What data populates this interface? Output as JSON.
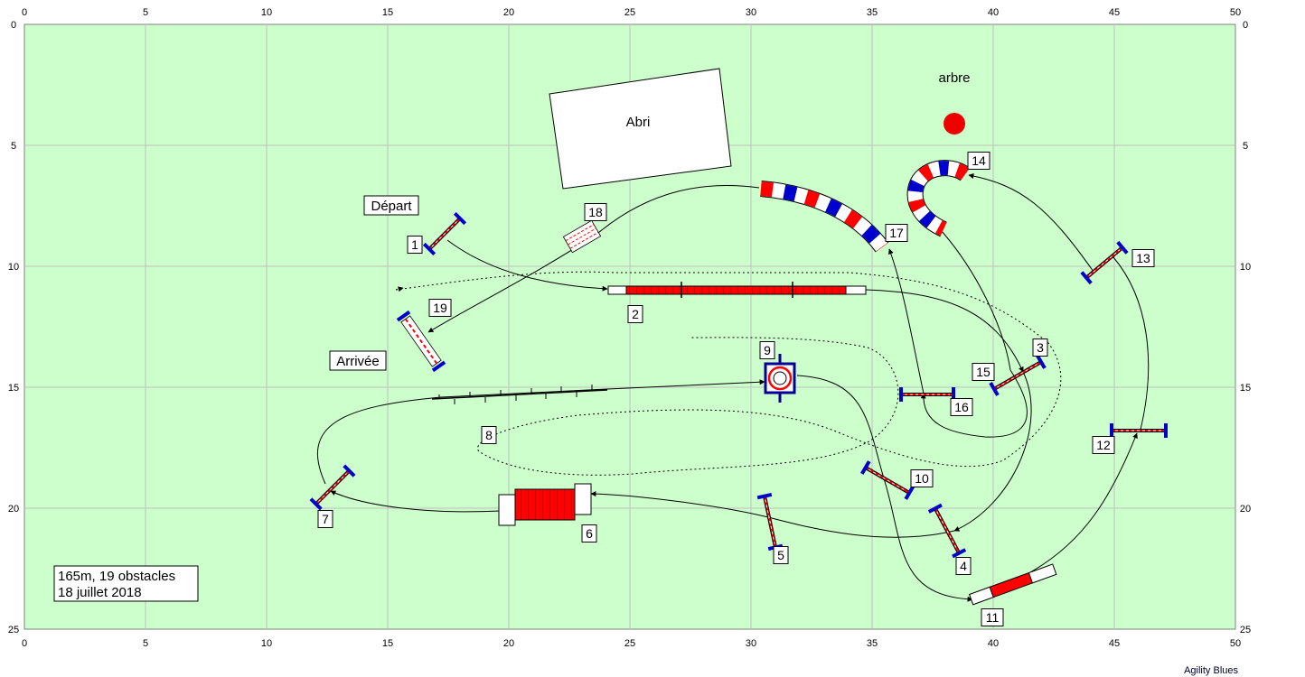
{
  "field": {
    "width_m": 50,
    "height_m": 25,
    "x_ticks": [
      "0",
      "5",
      "10",
      "15",
      "20",
      "25",
      "30",
      "35",
      "40",
      "45",
      "50"
    ],
    "y_ticks": [
      "0",
      "5",
      "10",
      "15",
      "20",
      "25"
    ],
    "background_color": "#ccffcc",
    "grid_color": "#c0c0c0"
  },
  "labels": {
    "depart": "Départ",
    "arrivee": "Arrivée",
    "abri": "Abri",
    "arbre": "arbre"
  },
  "info": {
    "line1": "165m, 19 obstacles",
    "line2": "18 juillet 2018"
  },
  "brand": "Agility Blues",
  "obstacle_numbers": [
    "1",
    "2",
    "3",
    "4",
    "5",
    "6",
    "7",
    "8",
    "9",
    "10",
    "11",
    "12",
    "13",
    "14",
    "15",
    "16",
    "17",
    "18",
    "19"
  ],
  "colors": {
    "red": "#ff0000",
    "blue": "#0000cc",
    "tree": "#ee0000",
    "path": "#000000"
  }
}
